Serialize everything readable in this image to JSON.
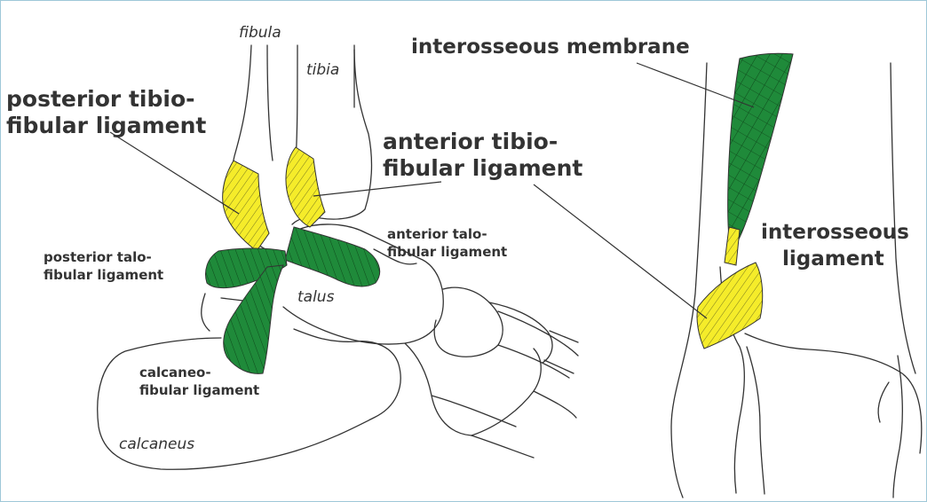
{
  "colors": {
    "ligament_green": "#1f8a3a",
    "ligament_yellow": "#f5ec2a",
    "bone_outline": "#333333",
    "border": "#9ec8d8"
  },
  "bones": {
    "fibula": "fibula",
    "tibia": "tibia",
    "talus": "talus",
    "calcaneus": "calcaneus"
  },
  "ligaments": {
    "posterior_tibiofibular": [
      "posterior tibio-",
      "fibular ligament"
    ],
    "anterior_tibiofibular": [
      "anterior tibio-",
      "fibular ligament"
    ],
    "anterior_talofibular": [
      "anterior talo-",
      "fibular ligament"
    ],
    "posterior_talofibular": [
      "posterior talo-",
      "fibular ligament"
    ],
    "calcaneofibular": [
      "calcaneo-",
      "fibular ligament"
    ],
    "interosseous_membrane": "interosseous membrane",
    "interosseous_ligament": [
      "interosseous",
      "ligament"
    ]
  }
}
